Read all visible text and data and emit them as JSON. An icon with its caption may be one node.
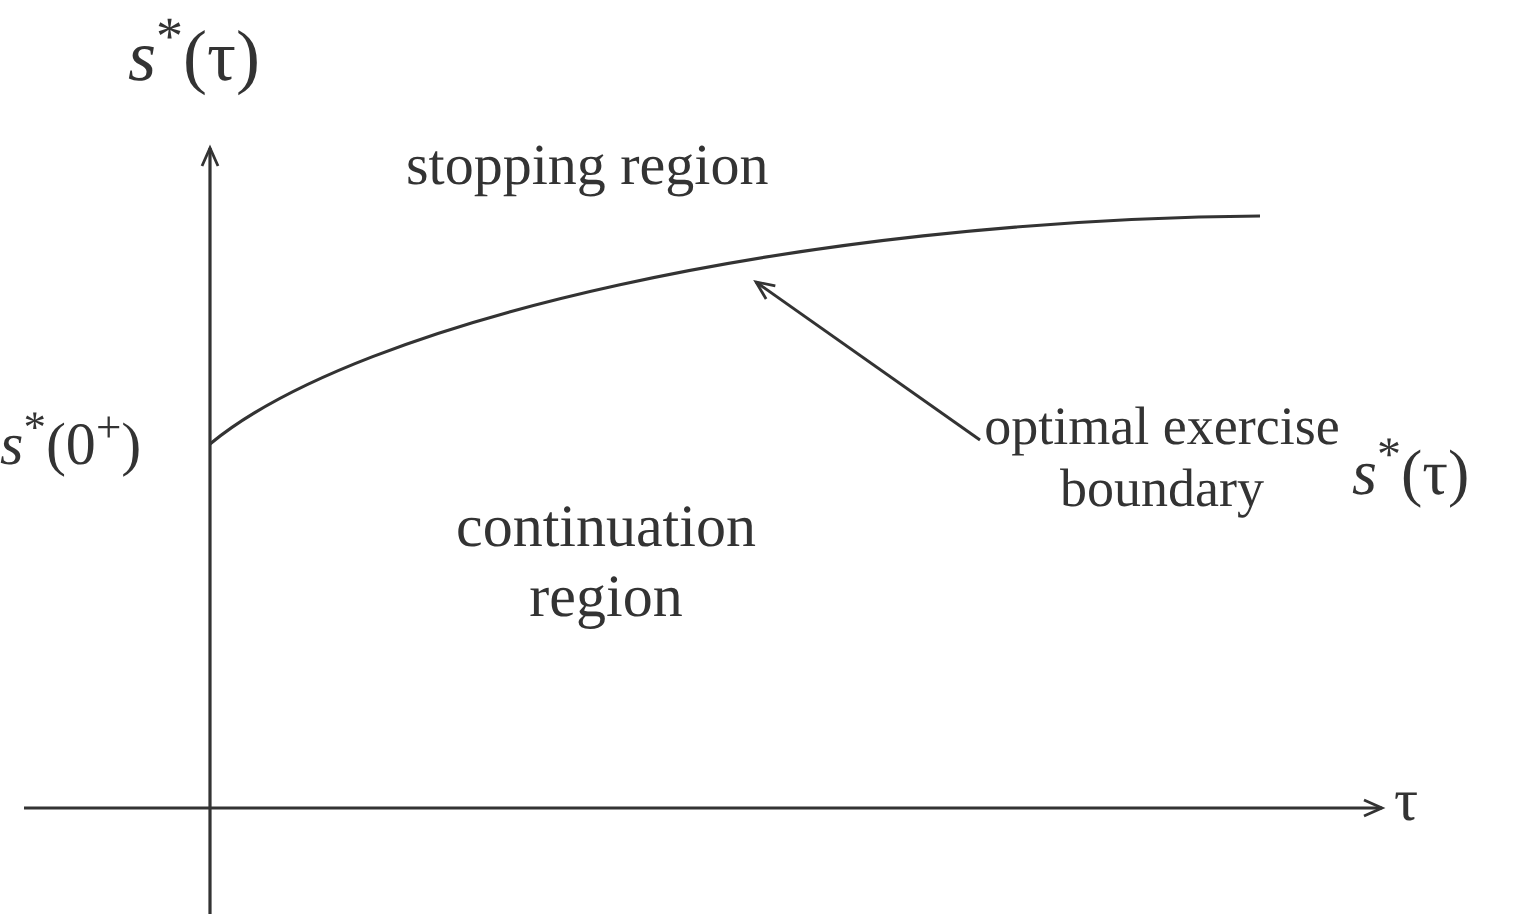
{
  "diagram": {
    "nodes": [
      {
        "text": [],
        "shape": "curve"
      },
      {
        "text": [
          "optimal exercise boundary",
          "*s*$^{*}$(τ)"
        ]
      }
    ],
    "edges": [
      {
        "from": 1,
        "to": 0,
        "arrow": "to"
      }
    ],
    "labels": [
      "*s*$^{*}$(τ)",
      "stopping region",
      "*s*$^{*}$(0$^{+}$)",
      "continuation region",
      "τ"
    ]
  }
}
